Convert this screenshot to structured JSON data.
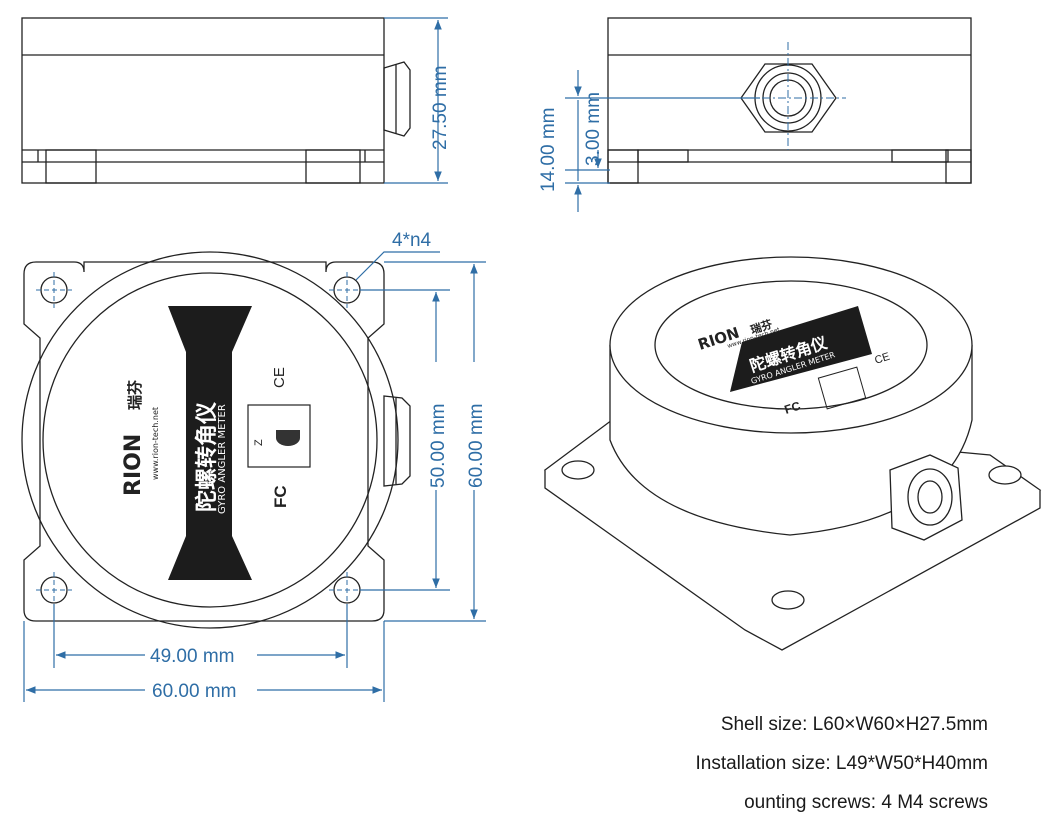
{
  "dimensions": {
    "side_height": "27.50 mm",
    "cable_offset": "14.00 mm",
    "cable_height": "3.00 mm",
    "hole_spec": "4*n4",
    "hole_spacing_y": "50.00 mm",
    "width_y": "60.00 mm",
    "hole_spacing_x": "49.00 mm",
    "width_x": "60.00 mm"
  },
  "label": {
    "brand": "RION",
    "brand_cn": "瑞芬",
    "website": "www.rion-tech.net",
    "product_cn": "陀螺转角仪",
    "product_en": "GYRO ANGLER METER",
    "ce_mark": "CE",
    "fc_mark": "FC",
    "axis_mark": "Z"
  },
  "specs": {
    "shell": "Shell size: L60×W60×H27.5mm",
    "installation": "Installation size: L49*W50*H40mm",
    "screws": "ounting screws: 4 M4 screws"
  },
  "colors": {
    "dimension": "#2f6ea6",
    "outline": "#222222",
    "label_band": "#1c1c1c"
  }
}
